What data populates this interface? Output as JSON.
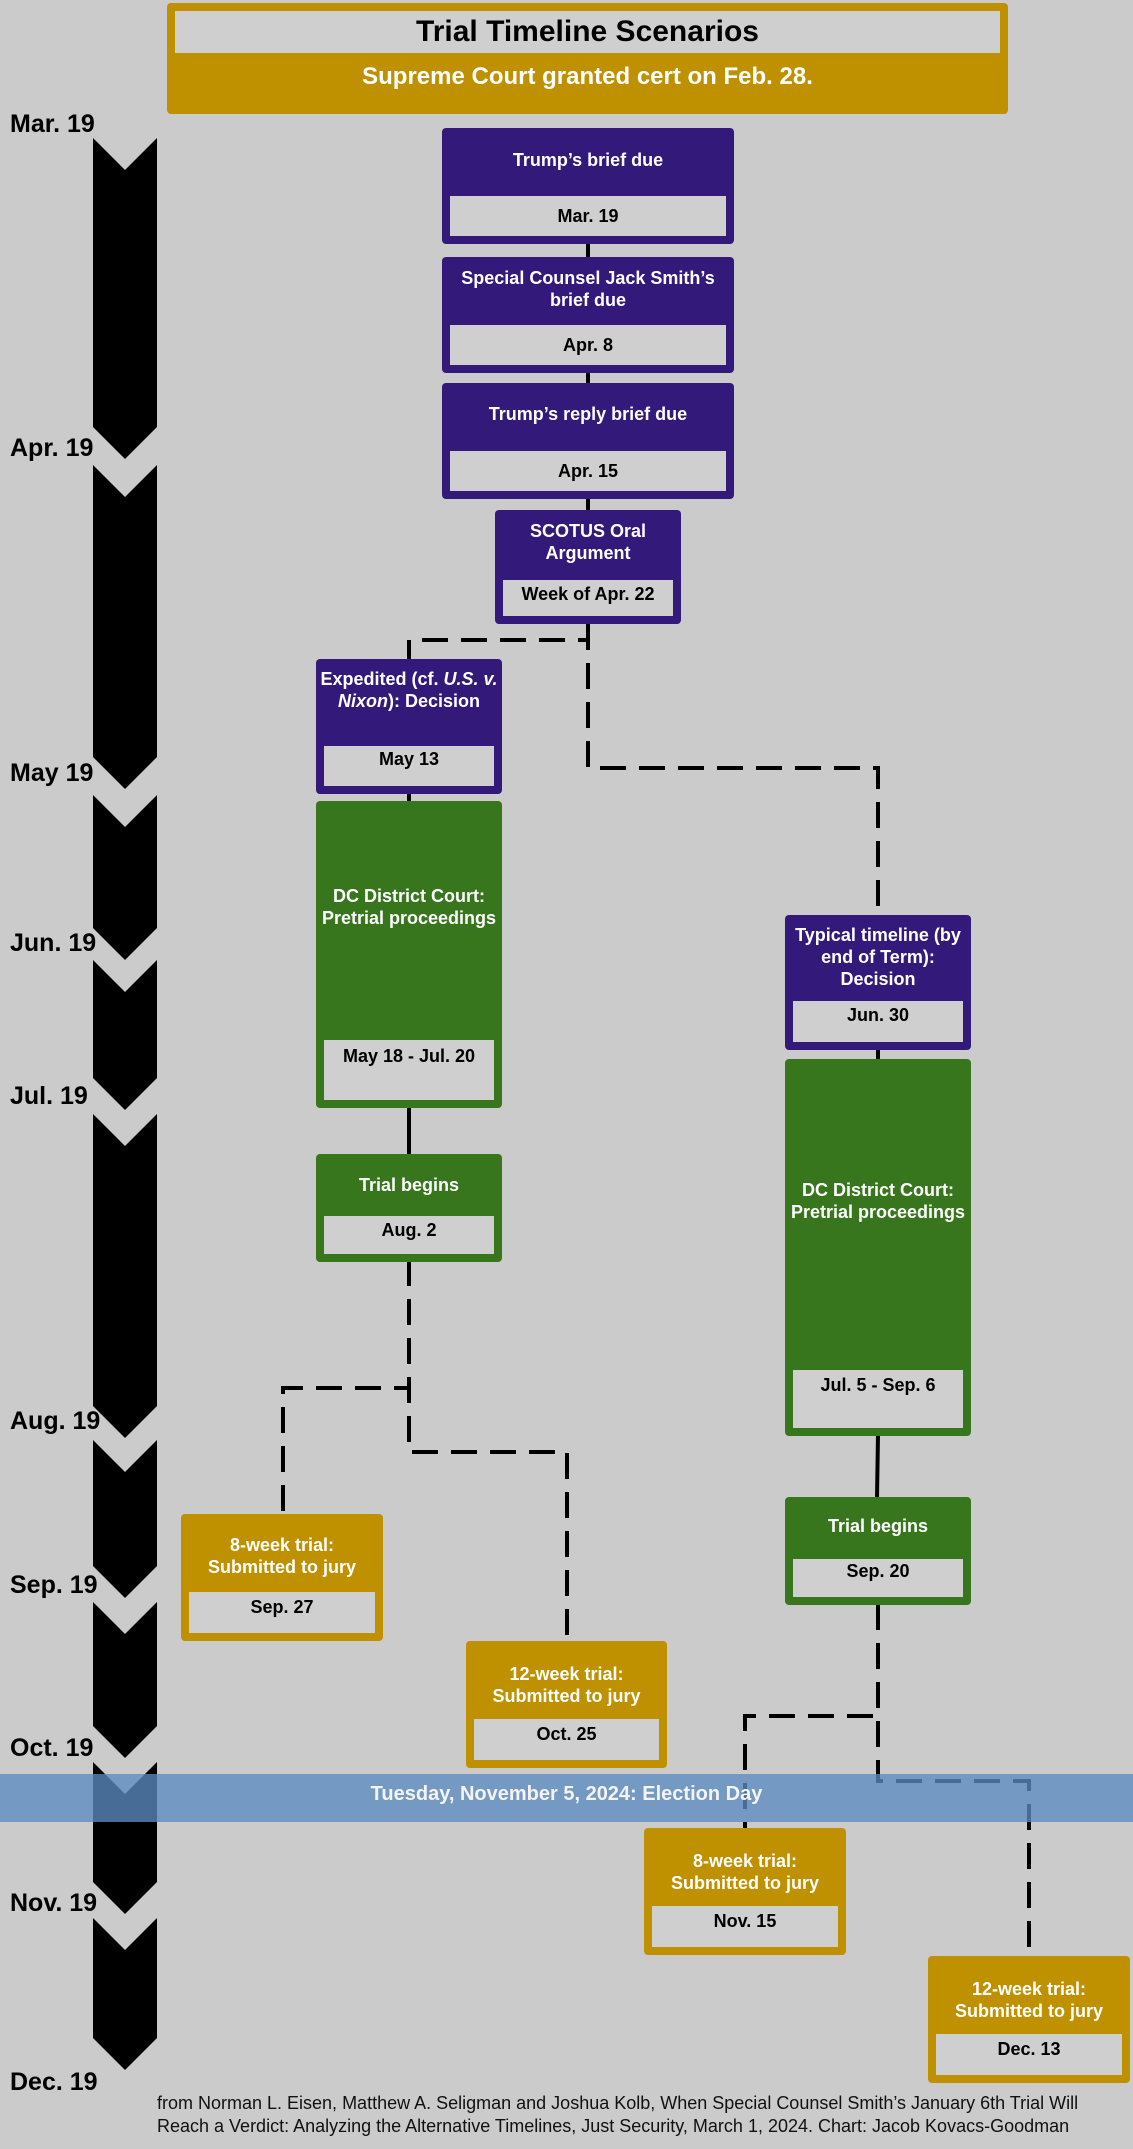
{
  "header": {
    "title": "Trial Timeline Scenarios",
    "subtitle": "Supreme Court granted cert on Feb. 28."
  },
  "months": [
    "Mar. 19",
    "Apr. 19",
    "May 19",
    "Jun. 19",
    "Jul. 19",
    "Aug. 19",
    "Sep. 19",
    "Oct. 19",
    "Nov. 19",
    "Dec. 19"
  ],
  "events": {
    "trump_brief": {
      "title": "Trump’s brief due",
      "date": "Mar. 19"
    },
    "smith_brief": {
      "title": "Special Counsel Jack Smith’s brief due",
      "date": "Apr. 8"
    },
    "trump_reply": {
      "title": "Trump’s reply brief due",
      "date": "Apr. 15"
    },
    "oral_argument": {
      "title": "SCOTUS Oral Argument",
      "date": "Week of Apr. 22"
    },
    "expedited_decision": {
      "title_pre": "Expedited (cf. ",
      "title_italic": "U.S. v. Nixon",
      "title_post": "): Decision",
      "date": "May 13"
    },
    "pretrial_a": {
      "title": "DC District Court: Pretrial proceedings",
      "date": "May 18 - Jul. 20"
    },
    "trial_begins_a": {
      "title": "Trial begins",
      "date": "Aug. 2"
    },
    "jury_8wk_a": {
      "title": "8-week trial: Submitted to jury",
      "date": "Sep. 27"
    },
    "jury_12wk_a": {
      "title": "12-week trial: Submitted to jury",
      "date": "Oct. 25"
    },
    "typical_decision": {
      "title": "Typical timeline (by end of Term): Decision",
      "date": "Jun. 30"
    },
    "pretrial_b": {
      "title": "DC District Court: Pretrial proceedings",
      "date": "Jul. 5 - Sep. 6"
    },
    "trial_begins_b": {
      "title": "Trial begins",
      "date": "Sep. 20"
    },
    "jury_8wk_b": {
      "title": "8-week trial: Submitted to jury",
      "date": "Nov. 15"
    },
    "jury_12wk_b": {
      "title": "12-week trial: Submitted to jury",
      "date": "Dec. 13"
    }
  },
  "election_day": "Tuesday, November 5, 2024: Election Day",
  "credit": "from Norman L. Eisen, Matthew A. Seligman and Joshua Kolb, When Special Counsel Smith’s January 6th Trial Will Reach a Verdict: Analyzing the Alternative Timelines, Just Security, March 1, 2024. Chart: Jacob Kovacs-Goodman",
  "colors": {
    "background": "#cbcbcb",
    "supreme_court": "#33197a",
    "district_court": "#38761d",
    "jury": "#bf9000",
    "election_band": "#5b8cc0",
    "timeline_arrow": "#000000"
  }
}
